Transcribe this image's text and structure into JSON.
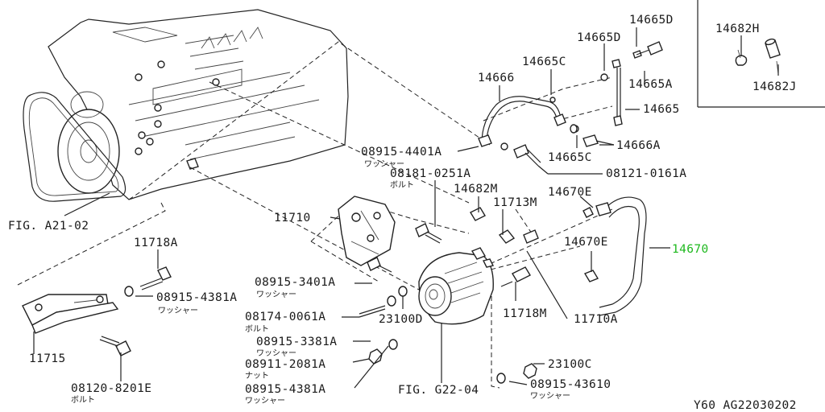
{
  "labels": {
    "p14665D_a": "14665D",
    "p14665D_b": "14665D",
    "p14665C_a": "14665C",
    "p14666": "14666",
    "p14665A": "14665A",
    "p14665": "14665",
    "p14665C_b": "14665C",
    "p14666A": "14666A",
    "p14682H": "14682H",
    "p14682J": "14682J",
    "w08915_4401A": "08915-4401A",
    "w08915_4401A_sub": "ワッシャー",
    "b08181_0251A": "08181-0251A",
    "b08181_0251A_sub": "ボルト",
    "b08121_0161A": "08121-0161A",
    "p14682M": "14682M",
    "p14670E_a": "14670E",
    "p11713M": "11713M",
    "p11710": "11710",
    "p14670E_b": "14670E",
    "p14670": "14670",
    "figA21": "FIG. A21-02",
    "p11718A": "11718A",
    "w08915_4381A_a": "08915-4381A",
    "w08915_4381A_a_sub": "ワッシャー",
    "w08915_3401A": "08915-3401A",
    "w08915_3401A_sub": "ワッシャー",
    "b08174_0061A": "08174-0061A",
    "b08174_0061A_sub": "ボルト",
    "p11718M": "11718M",
    "p23100D": "23100D",
    "p11710A": "11710A",
    "p11715": "11715",
    "w08915_3381A": "08915-3381A",
    "w08915_3381A_sub": "ワッシャー",
    "n08911_2081A": "08911-2081A",
    "n08911_2081A_sub": "ナット",
    "p23100C": "23100C",
    "b08120_8201E": "08120-8201E",
    "b08120_8201E_sub": "ボルト",
    "w08915_4381A_b": "08915-4381A",
    "w08915_4381A_b_sub": "ワッシャー",
    "figG22": "FIG. G22-04",
    "w08915_43610": "08915-43610",
    "w08915_43610_sub": "ワッシャー",
    "footer_code": "Y60  AG22030202"
  },
  "colors": {
    "highlight": "#1db81d",
    "ink": "#1a1a1a"
  }
}
